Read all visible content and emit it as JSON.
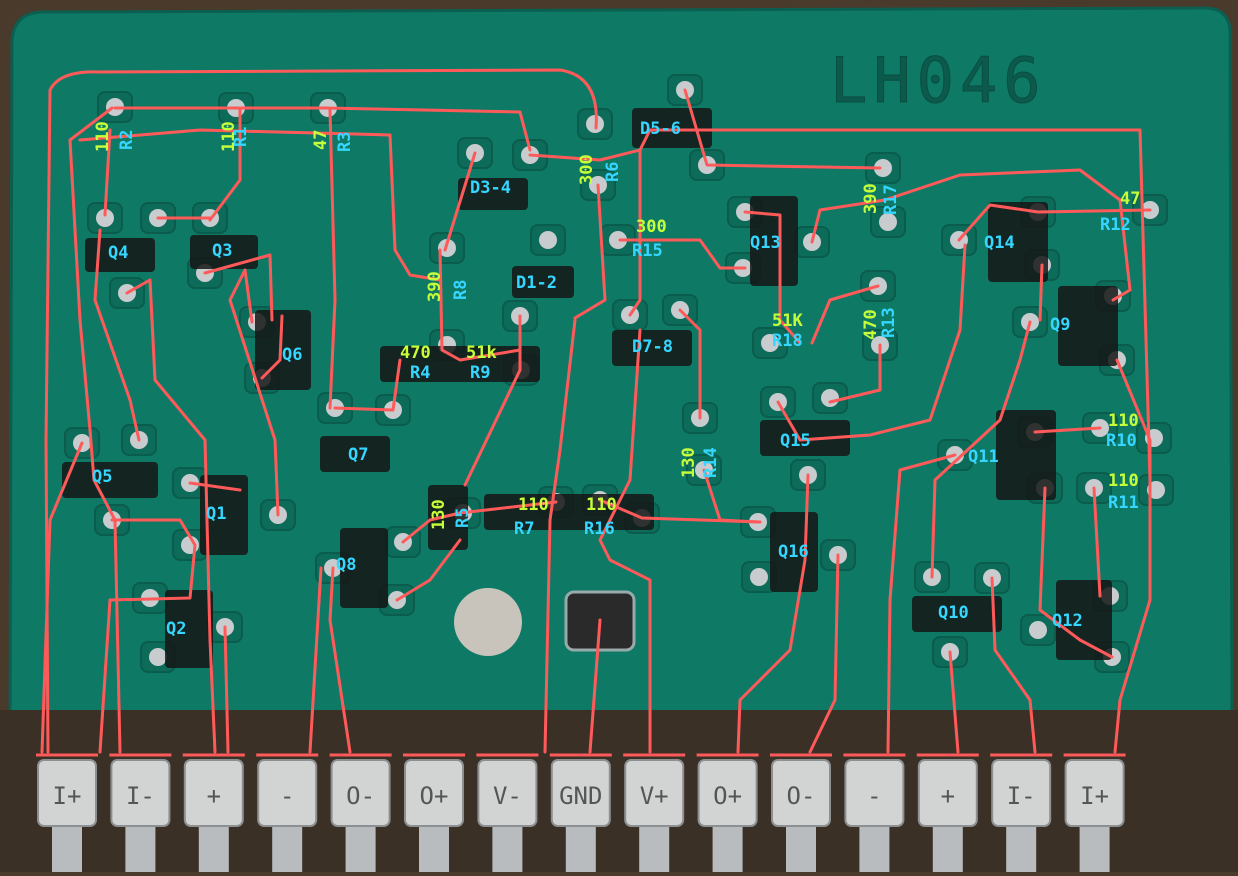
{
  "board": {
    "part_number": "LH046",
    "colors": {
      "substrate": "#0e7a66",
      "trace": "#ff5a5a",
      "component_label": "#35d6ff",
      "value_label": "#c6ff3a",
      "pad": "#c9ccce",
      "package": "#151515"
    }
  },
  "transistors": [
    "Q1",
    "Q2",
    "Q3",
    "Q4",
    "Q5",
    "Q6",
    "Q7",
    "Q8",
    "Q9",
    "Q10",
    "Q11",
    "Q12",
    "Q13",
    "Q14",
    "Q15",
    "Q16"
  ],
  "diodes": [
    "D1-2",
    "D3-4",
    "D5-6",
    "D7-8"
  ],
  "resistors": [
    {
      "ref": "R1",
      "value": "110"
    },
    {
      "ref": "R2",
      "value": "110"
    },
    {
      "ref": "R3",
      "value": "47"
    },
    {
      "ref": "R4",
      "value": "470"
    },
    {
      "ref": "R5",
      "value": "130"
    },
    {
      "ref": "R6",
      "value": "300"
    },
    {
      "ref": "R7",
      "value": "110"
    },
    {
      "ref": "R8",
      "value": "390"
    },
    {
      "ref": "R9",
      "value": "51k"
    },
    {
      "ref": "R10",
      "value": "110"
    },
    {
      "ref": "R11",
      "value": "110"
    },
    {
      "ref": "R12",
      "value": "47"
    },
    {
      "ref": "R13",
      "value": "470"
    },
    {
      "ref": "R14",
      "value": "130"
    },
    {
      "ref": "R15",
      "value": "300"
    },
    {
      "ref": "R16",
      "value": "110"
    },
    {
      "ref": "R17",
      "value": "390"
    },
    {
      "ref": "R18",
      "value": "51K"
    }
  ],
  "pins": [
    "I+",
    "I-",
    "+",
    "-",
    "O-",
    "O+",
    "V-",
    "GND",
    "V+",
    "O+",
    "O-",
    "-",
    "+",
    "I-",
    "I+"
  ]
}
